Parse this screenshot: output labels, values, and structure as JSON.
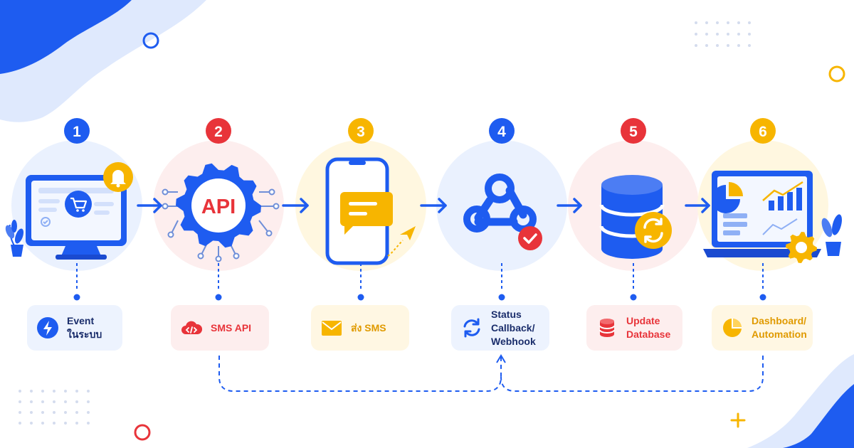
{
  "colors": {
    "blue": "#1e5cf0",
    "red": "#e8343a",
    "yellow": "#f7b500",
    "blue_soft": "#e8f0fe",
    "red_soft": "#fdeeee",
    "yellow_soft": "#fff7e0"
  },
  "steps": [
    {
      "number": "1",
      "color": "#1e5cf0",
      "halo": "#eaf1fe",
      "icon": "computer-cart-bell-icon",
      "label_lines": [
        "Event",
        "ในระบบ"
      ],
      "label_color": "#1a2d6b",
      "card_bg": "#edf3fe",
      "card_icon": "lightning-icon"
    },
    {
      "number": "2",
      "color": "#e8343a",
      "halo": "#fdeeee",
      "icon": "api-gear-icon",
      "label_lines": [
        "SMS API"
      ],
      "label_color": "#e8343a",
      "card_bg": "#fdeeee",
      "card_icon": "cloud-code-icon"
    },
    {
      "number": "3",
      "color": "#f7b500",
      "halo": "#fff7e0",
      "icon": "phone-message-icon",
      "label_lines": [
        "ส่ง SMS"
      ],
      "label_color": "#e09a00",
      "card_bg": "#fff7e3",
      "card_icon": "envelope-icon"
    },
    {
      "number": "4",
      "color": "#1e5cf0",
      "halo": "#eaf1fe",
      "icon": "webhook-icon",
      "label_lines": [
        "Status",
        "Callback/",
        "Webhook"
      ],
      "label_color": "#1a2d6b",
      "card_bg": "#edf3fe",
      "card_icon": "refresh-icon"
    },
    {
      "number": "5",
      "color": "#e8343a",
      "halo": "#fdeeee",
      "icon": "database-sync-icon",
      "label_lines": [
        "Update",
        "Database"
      ],
      "label_color": "#e8343a",
      "card_bg": "#fdeeee",
      "card_icon": "database-icon"
    },
    {
      "number": "6",
      "color": "#f7b500",
      "halo": "#fff7e0",
      "icon": "laptop-dashboard-icon",
      "label_lines": [
        "Dashboard/",
        "Automation"
      ],
      "label_color": "#e09a00",
      "card_bg": "#fff7e3",
      "card_icon": "pie-chart-icon"
    }
  ]
}
